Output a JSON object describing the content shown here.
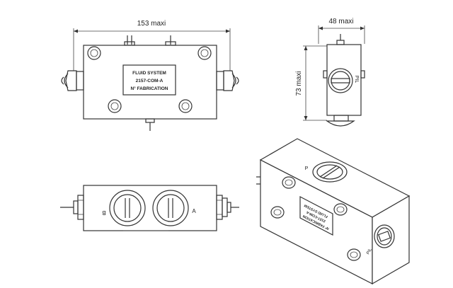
{
  "dimensions": {
    "length": "153 maxi",
    "width": "48 maxi",
    "height": "73 maxi"
  },
  "nameplate": {
    "line1": "FLUID SYSTEM",
    "line2": "2157-COM-A",
    "line3": "N° FABRICATION"
  },
  "port_labels": {
    "pil": "PIL",
    "a": "A",
    "b": "B",
    "p": "P"
  }
}
